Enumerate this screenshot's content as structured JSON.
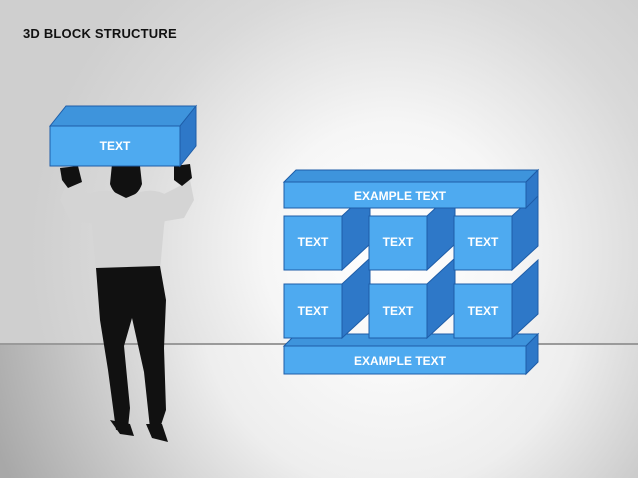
{
  "slide": {
    "title": "3D BLOCK STRUCTURE"
  },
  "person_block": {
    "label": "TEXT"
  },
  "wall": {
    "top_band": "EXAMPLE TEXT",
    "row1": [
      "TEXT",
      "TEXT",
      "TEXT"
    ],
    "row2": [
      "TEXT",
      "TEXT",
      "TEXT"
    ],
    "bottom_band": "EXAMPLE TEXT"
  },
  "colors": {
    "block_front": "#4EAAF0",
    "block_top": "#3E94DC",
    "block_side": "#2E78C8",
    "block_stroke": "#1E5DA8",
    "floor": "#9a9a9a",
    "shirt": "#d4d4d4",
    "silhouette": "#111111"
  }
}
